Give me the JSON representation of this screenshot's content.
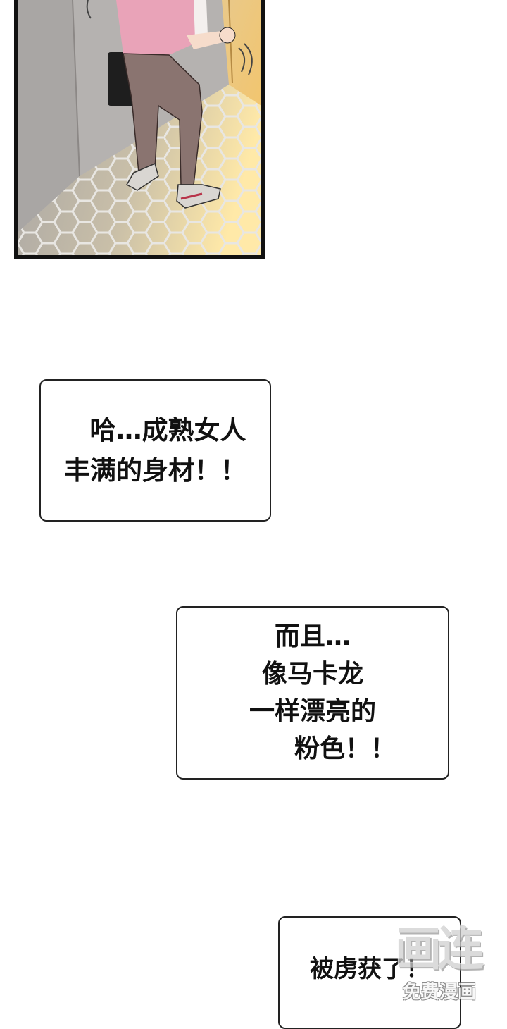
{
  "comic": {
    "panel_image": {
      "description_icon": "comic-panel-illustration",
      "colors": {
        "wall": "#b5b2b0",
        "wall_dark": "#8c8886",
        "floor": "#a9a6a4",
        "floor_light": "#ffe9a8",
        "hex_lines": "#e8e6e2",
        "shirt": "#e9a3b8",
        "pants": "#8a7470",
        "bag": "#1e1e1e",
        "skin": "#f6dccb",
        "door_light": "#f2c56e",
        "border": "#111111"
      }
    },
    "bubbles": [
      {
        "lines": [
          "哈…成熟女人",
          "丰满的身材！！"
        ]
      },
      {
        "lines": [
          "而且…",
          "像马卡龙",
          "一样漂亮的",
          "粉色！！"
        ]
      },
      {
        "lines": [
          "被虏获了！"
        ]
      }
    ]
  },
  "watermark": {
    "logo_text": "画连",
    "subtitle": "免费漫画"
  }
}
